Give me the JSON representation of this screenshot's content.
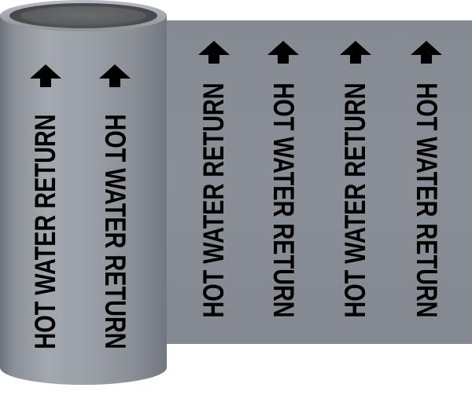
{
  "product": {
    "legend": "HOT WATER RETURN",
    "flow_arrow_icon": "arrow-up-icon",
    "colors": {
      "marker_background": "#8a8f97",
      "legend_text": "#000000"
    }
  },
  "labels": [
    {
      "text": "HOT WATER RETURN"
    },
    {
      "text": "HOT WATER RETURN"
    },
    {
      "text": "HOT WATER RETURN"
    },
    {
      "text": "HOT WATER RETURN"
    },
    {
      "text": "HOT WATER RETURN"
    },
    {
      "text": "HOT WATER RETURN"
    }
  ]
}
